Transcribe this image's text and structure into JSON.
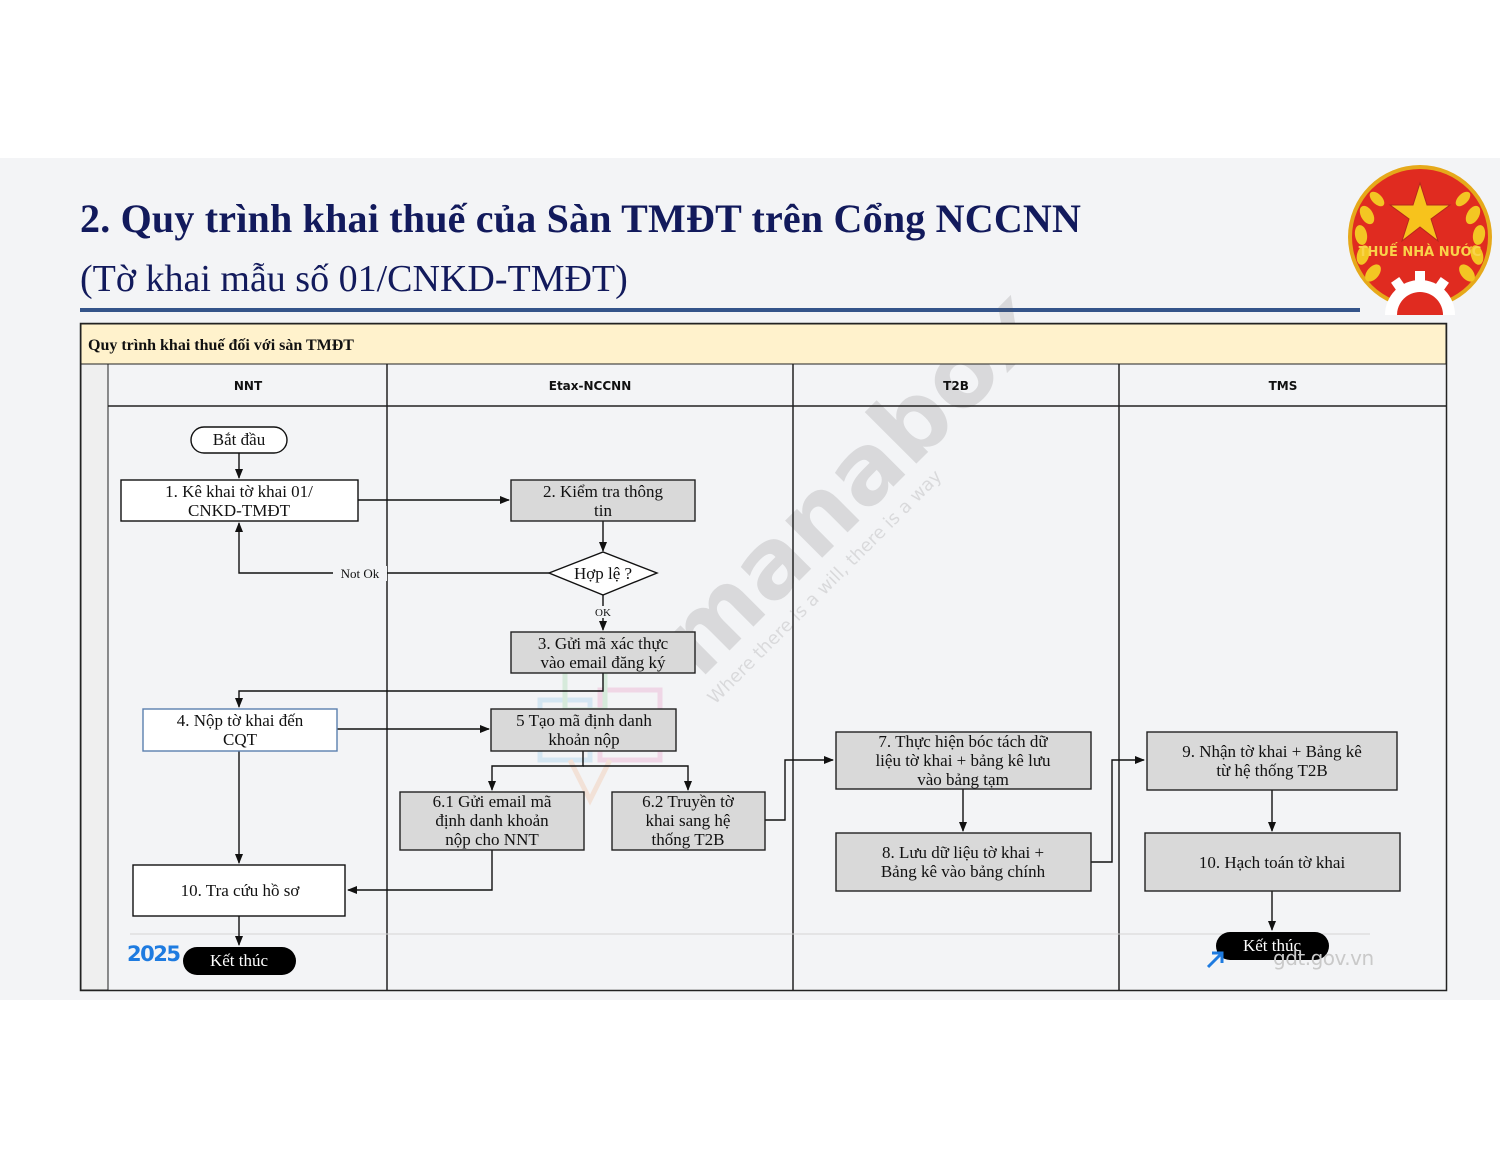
{
  "slide": {
    "title_line1": "2. Quy trình khai thuế của Sàn TMĐT trên Cổng NCCNN",
    "title_line2": "(Tờ khai mẫu số 01/CNKD-TMĐT)",
    "logo_text": "THUẾ NHÀ NƯỚC",
    "logo_icon": "tax-emblem-icon",
    "footer_year": "2025",
    "footer_site": "gdt.gov.vn",
    "colors": {
      "title": "#121a5c",
      "rule": "#34548a",
      "banner": "#fff2cc",
      "process_fill": "#d9d9d9",
      "terminal_fill": "#000000",
      "footer_year": "#1e7be0"
    }
  },
  "diagram": {
    "banner": "Quy trình khai thuế đối với sàn TMĐT",
    "lanes": [
      "NNT",
      "Etax-NCCNN",
      "T2B",
      "TMS"
    ],
    "nodes": {
      "start": "Bắt đầu",
      "n1": [
        "1. Kê khai tờ khai 01/",
        "CNKD-TMĐT"
      ],
      "n2": [
        "2. Kiểm tra thông",
        "tin"
      ],
      "decision": "Hợp lệ ?",
      "n3": [
        "3. Gửi mã xác thực",
        "vào email đăng ký"
      ],
      "n4": [
        "4. Nộp tờ khai đến",
        "CQT"
      ],
      "n5": [
        "5 Tạo mã định danh",
        "khoản nộp"
      ],
      "n61": [
        "6.1 Gửi email mã",
        "định danh khoản",
        "nộp cho NNT"
      ],
      "n62": [
        "6.2 Truyền tờ",
        "khai sang hệ",
        "thống T2B"
      ],
      "n7": [
        "7. Thực hiện bóc tách dữ",
        "liệu tờ khai + bảng kê lưu",
        "vào bảng tạm"
      ],
      "n8": [
        "8. Lưu dữ liệu tờ khai +",
        "Bảng kê vào bảng chính"
      ],
      "n9": [
        "9. Nhận tờ khai + Bảng kê",
        "từ hệ thống T2B"
      ],
      "n10a": "10. Tra cứu hồ sơ",
      "n10b": "10. Hạch toán tờ khai",
      "end1": "Kết thúc",
      "end2": "Kết thúc"
    },
    "edge_labels": {
      "not_ok": "Not Ok",
      "ok": "OK"
    }
  },
  "watermark": {
    "brand": "manabox",
    "tagline": "Where there is a will, there is a way"
  }
}
